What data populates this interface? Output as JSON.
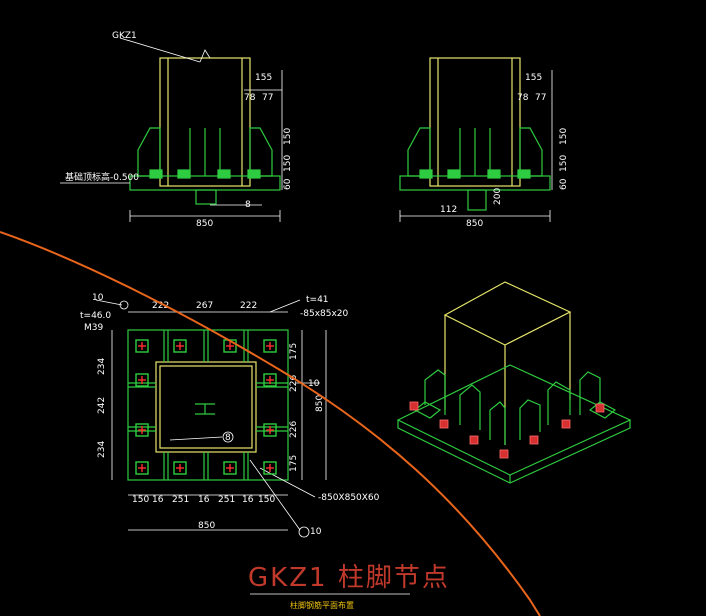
{
  "drawing_title": "GKZ1 柱脚节点",
  "drawing_subtitle": "柱脚钢筋平面布置",
  "labels": {
    "column_id": "GKZ1",
    "elev_note": "基础顶标高-0.500",
    "dim_155": "155",
    "dim_78": "78",
    "dim_77": "77",
    "dim_150": "150",
    "dim_60": "60",
    "dim_850": "850",
    "dim_200": "200",
    "dim_112": "112",
    "detail_8": "8",
    "detail_10": "10",
    "plan_top": [
      "222",
      "267",
      "222"
    ],
    "plan_left": [
      "234",
      "242",
      "234"
    ],
    "plan_right": [
      "175",
      "226",
      "226",
      "175"
    ],
    "plan_bottom": [
      "150",
      "16",
      "251",
      "16",
      "251",
      "16",
      "150"
    ],
    "plate_note": "-850X850X60",
    "shear_note": "-85x85x20",
    "bolt_note": "M39",
    "thickness_left": "t=46.0",
    "thickness_right": "t=41"
  },
  "colors": {
    "background": "#000000",
    "steel": "#2ecc40",
    "column": "#e8e66a",
    "dimension": "#ffffff",
    "bolt": "#ff2d2d",
    "cut_line": "#e8651a",
    "title": "#c0392b"
  }
}
